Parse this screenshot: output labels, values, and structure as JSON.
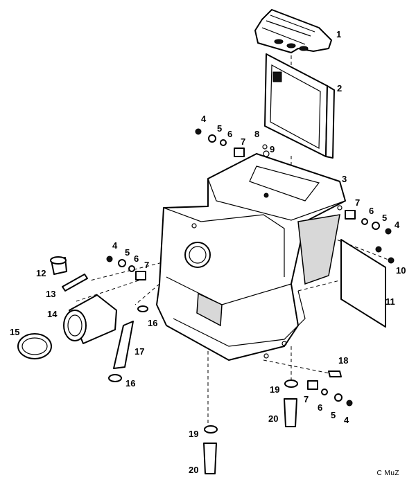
{
  "labels": {
    "p1": "1",
    "p2": "2",
    "p3": "3",
    "p4a": "4",
    "p5a": "5",
    "p6a": "6",
    "p7a": "7",
    "p8": "8",
    "p9": "9",
    "p7b": "7",
    "p6b": "6",
    "p5b": "5",
    "p4b": "4",
    "p10": "10",
    "p11": "11",
    "p4c": "4",
    "p5c": "5",
    "p6c": "6",
    "p7c": "7",
    "p12": "12",
    "p13": "13",
    "p14": "14",
    "p15": "15",
    "p16a": "16",
    "p17": "17",
    "p16b": "16",
    "p18": "18",
    "p19a": "19",
    "p7d": "7",
    "p6d": "6",
    "p5d": "5",
    "p4d": "4",
    "p20a": "20",
    "p19b": "19",
    "p20b": "20"
  },
  "signature": "C MuZ"
}
